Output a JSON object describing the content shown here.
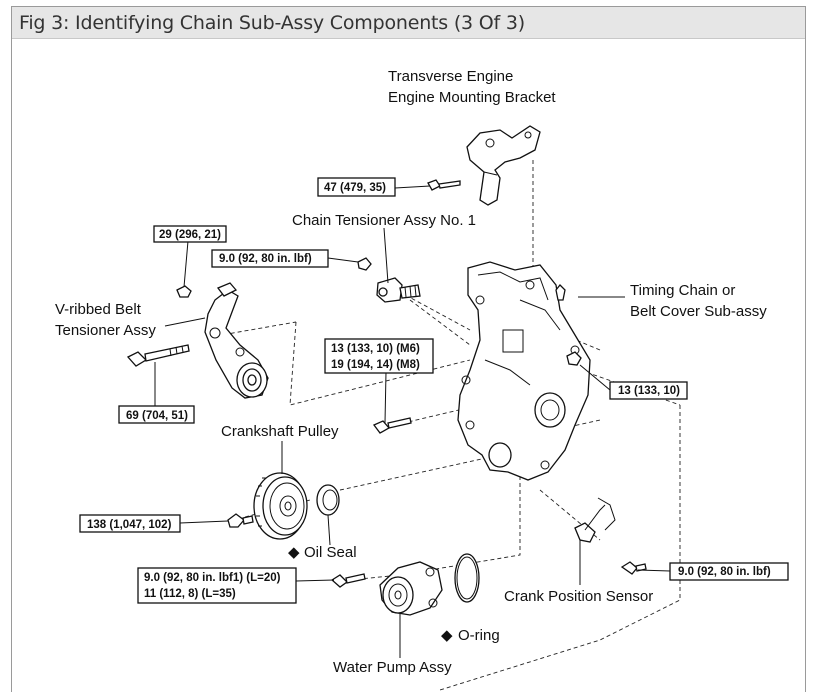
{
  "title": "Fig 3: Identifying Chain Sub-Assy Components (3 Of 3)",
  "labels": {
    "bracket_line1": "Transverse Engine",
    "bracket_line2": "Engine Mounting Bracket",
    "chain_tensioner": "Chain Tensioner Assy No. 1",
    "vribbed_line1": "V-ribbed  Belt",
    "vribbed_line2": "Tensioner Assy",
    "timing_line1": "Timing Chain or",
    "timing_line2": "Belt Cover Sub-assy",
    "crank_pulley": "Crankshaft Pulley",
    "oil_seal": "Oil Seal",
    "crank_sensor": "Crank Position Sensor",
    "oring": "O-ring",
    "water_pump": "Water Pump Assy",
    "diamond": "◆"
  },
  "torque": {
    "t47": "47 (479, 35)",
    "t29": "29 (296, 21)",
    "t9a": "9.0 (92, 80 in. lbf)",
    "t13m6": "13 (133, 10) (M6)",
    "t19m8": "19 (194, 14) (M8)",
    "t13": "13 (133, 10)",
    "t69": "69 (704, 51)",
    "t138": "138 (1,047, 102)",
    "t9b": "9.0 (92, 80 in. lbf)",
    "t9c": "9.0 (92, 80 in. lbf1) (L=20)",
    "t11": "11 (112, 8) (L=35)"
  }
}
